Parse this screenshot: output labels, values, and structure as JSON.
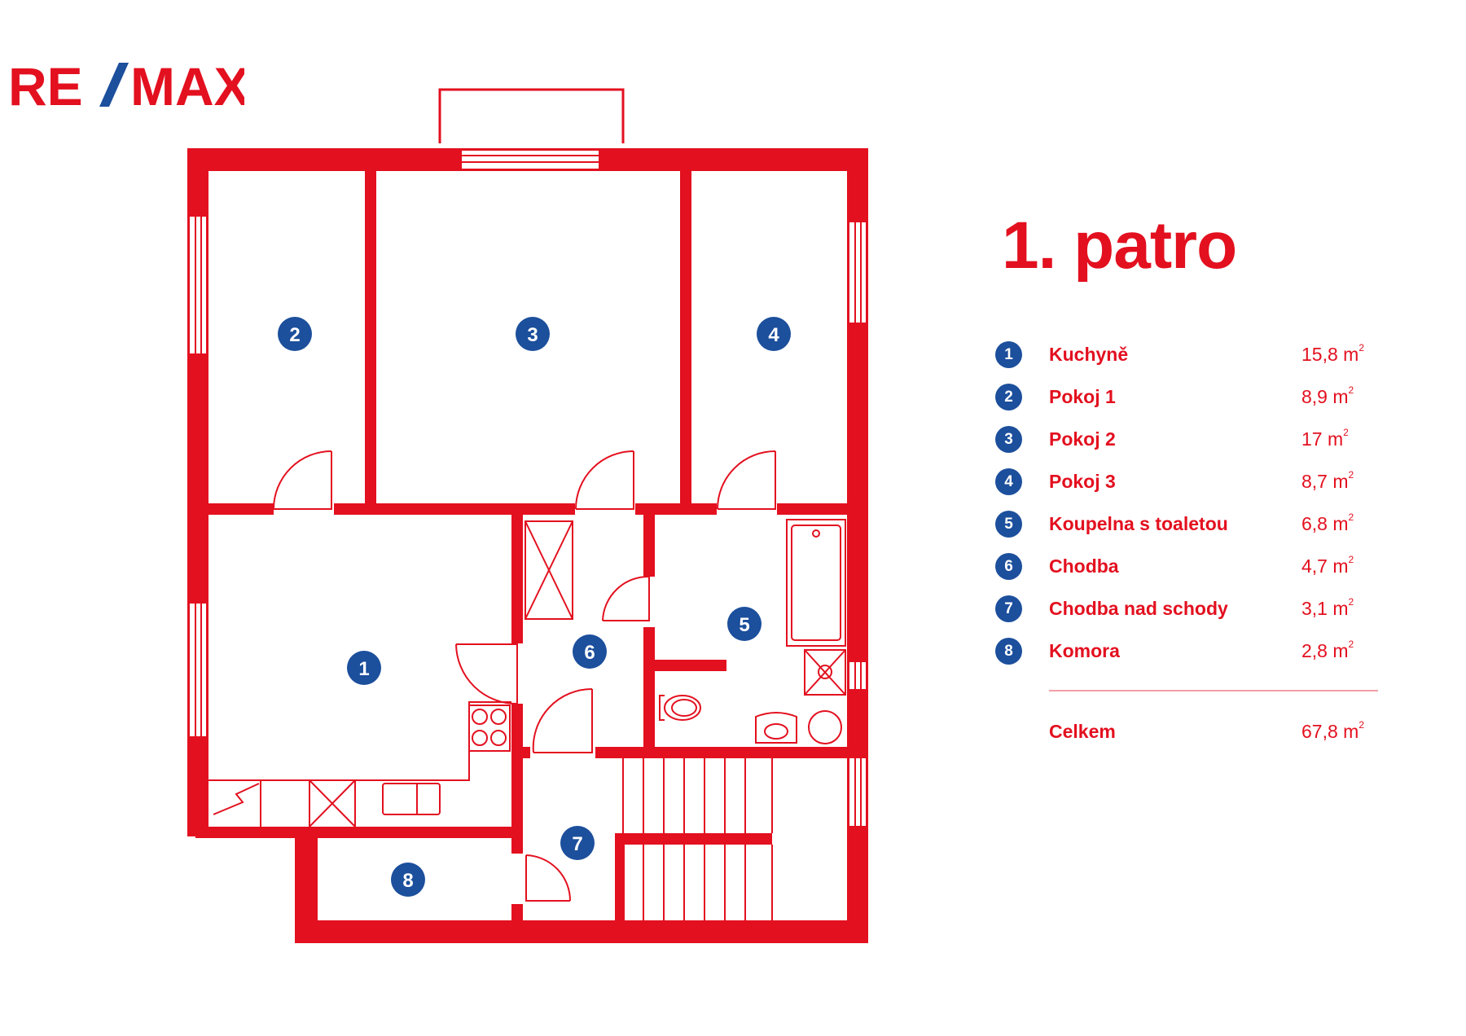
{
  "logo": {
    "text_left": "RE",
    "text_right": "MAX",
    "brand_red": "#e3101f",
    "brand_blue": "#1c4f9c"
  },
  "title": "1. patro",
  "rooms": [
    {
      "num": "1",
      "name": "Kuchyně",
      "area": "15,8 m",
      "unit_sup": "2"
    },
    {
      "num": "2",
      "name": "Pokoj 1",
      "area": "8,9 m",
      "unit_sup": "2"
    },
    {
      "num": "3",
      "name": "Pokoj 2",
      "area": "17 m",
      "unit_sup": "2"
    },
    {
      "num": "4",
      "name": "Pokoj 3",
      "area": "8,7 m",
      "unit_sup": "2"
    },
    {
      "num": "5",
      "name": "Koupelna s toaletou",
      "area": "6,8 m",
      "unit_sup": "2"
    },
    {
      "num": "6",
      "name": "Chodba",
      "area": "4,7 m",
      "unit_sup": "2"
    },
    {
      "num": "7",
      "name": "Chodba nad schody",
      "area": "3,1 m",
      "unit_sup": "2"
    },
    {
      "num": "8",
      "name": "Komora",
      "area": "2,8 m",
      "unit_sup": "2"
    }
  ],
  "total": {
    "label": "Celkem",
    "area": "67,8 m",
    "unit_sup": "2"
  },
  "colors": {
    "wall": "#e3101f",
    "marker": "#1c4f9c",
    "divider": "#f1a0a6"
  }
}
